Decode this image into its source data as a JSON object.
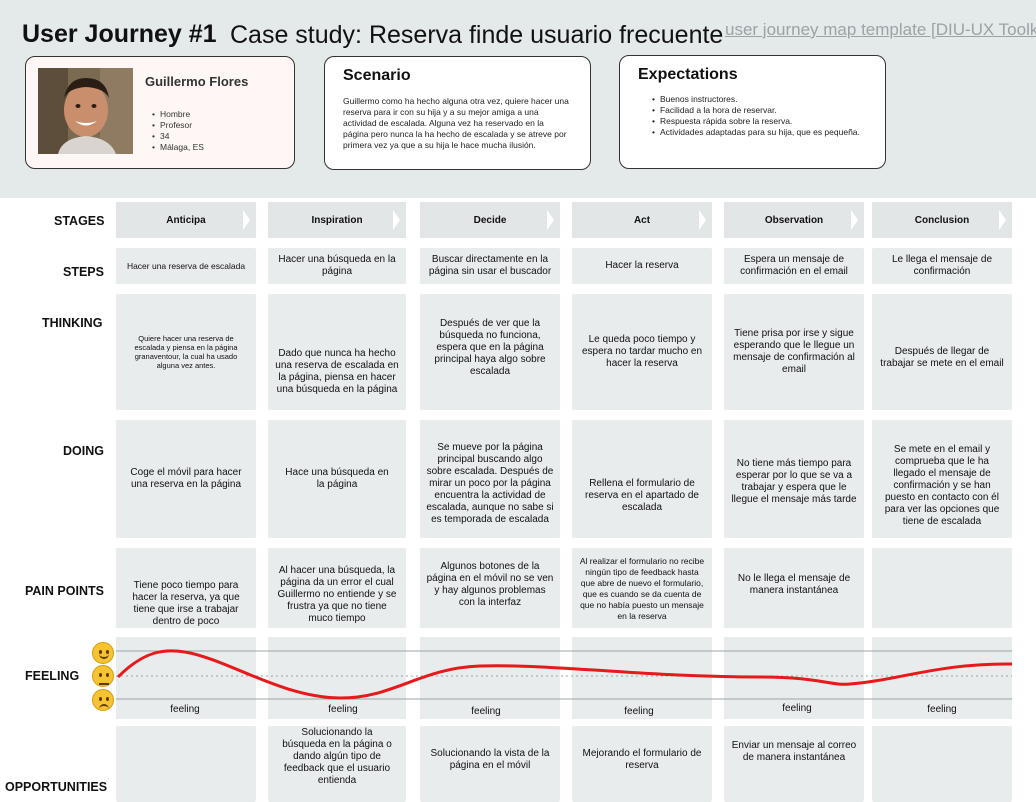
{
  "header": {
    "title": "User Journey #1",
    "subtitle": "Case study: Reserva finde usuario frecuente",
    "template_link": "user journey map template [DIU-UX Toolkit]"
  },
  "persona": {
    "name": "Guillermo Flores",
    "details": [
      "Hombre",
      "Profesor",
      "34",
      "Málaga, ES"
    ]
  },
  "scenario": {
    "title": "Scenario",
    "text": "Guillermo como ha hecho alguna otra vez, quiere hacer una reserva para ir con su hija y a su mejor amiga a una actividad de escalada. Alguna vez ha reservado en la página pero nunca la ha hecho de escalada y se atreve por primera vez ya que a su hija le hace mucha ilusión."
  },
  "expectations": {
    "title": "Expectations",
    "items": [
      "Buenos instructores.",
      "Facilidad a la hora de reservar.",
      "Respuesta rápida sobre la reserva.",
      "Actividades adaptadas para su hija, que es pequeña."
    ]
  },
  "row_labels": {
    "stages": "STAGES",
    "steps": "STEPS",
    "thinking": "THINKING",
    "doing": "DOING",
    "pain_points": "PAIN POINTS",
    "feeling": "FEELING",
    "opportunities": "OPPORTUNITIES"
  },
  "stages": [
    "Anticipa",
    "Inspiration",
    "Decide",
    "Act",
    "Observation",
    "Conclusion"
  ],
  "steps": [
    "Hacer una reserva de escalada",
    "Hacer una búsqueda en la página",
    "Buscar directamente en la página sin usar el buscador",
    "Hacer la reserva",
    "Espera un mensaje de confirmación en el email",
    "Le llega el mensaje de confirmación"
  ],
  "thinking": [
    "Quiere hacer una reserva de escalada y piensa en la página granaventour, la cual ha usado alguna vez antes.",
    "Dado que nunca ha hecho una reserva de escalada en la página, piensa en hacer una búsqueda en la página",
    "Después de ver que la búsqueda no funciona, espera que en la página principal haya algo sobre escalada",
    "Le queda poco tiempo y espera no tardar mucho en hacer la reserva",
    "Tiene prisa por irse y sigue esperando que le llegue un mensaje de confirmación al email",
    "Después de llegar de trabajar se mete en el email"
  ],
  "doing": [
    "Coge el móvil para hacer una reserva en la página",
    "Hace una búsqueda en la página",
    "Se mueve por la página principal buscando algo sobre escalada. Después de mirar un poco por la página encuentra la actividad de escalada, aunque no sabe si es temporada de escalada",
    "Rellena el formulario de reserva en el apartado de escalada",
    "No tiene más tiempo para esperar por lo que se va a trabajar y espera que le llegue el mensaje más tarde",
    "Se mete en el email y comprueba que le ha llegado el mensaje de confirmación y se han puesto en contacto con él para ver las opciones que tiene de escalada"
  ],
  "pain_points": [
    "Tiene poco tiempo para hacer la reserva, ya que tiene que irse a trabajar dentro de poco",
    "Al hacer una búsqueda, la página da un error el cual Guillermo no entiende y se frustra ya que no tiene muco tiempo",
    "Algunos botones de la página en el móvil no se ven y hay algunos problemas con la interfaz",
    "Al realizar el formulario no recibe ningún tipo de feedback hasta que abre de nuevo el formulario, que es cuando se da cuenta de que no había puesto un mensaje en la reserva",
    "No le llega el mensaje de manera instantánea",
    ""
  ],
  "feeling_labels": [
    "feeling",
    "feeling",
    "feeling",
    "feeling",
    "feeling",
    "feeling"
  ],
  "opportunities": [
    "",
    "Solucionando la búsqueda en la página o dando algún tipo de feedback que el usuario entienda",
    "Solucionando la vista de la página en el móvil",
    "Mejorando el formulario de reserva",
    "Enviar un mensaje al correo de manera instantánea",
    ""
  ],
  "colors": {
    "curve": "#e8191b",
    "header_bg": "#e4e9ea",
    "cell_bg": "#e9eced"
  },
  "icons": [
    "smile-emoji-icon",
    "neutral-emoji-icon",
    "sad-emoji-icon",
    "stage-arrow-icon"
  ]
}
